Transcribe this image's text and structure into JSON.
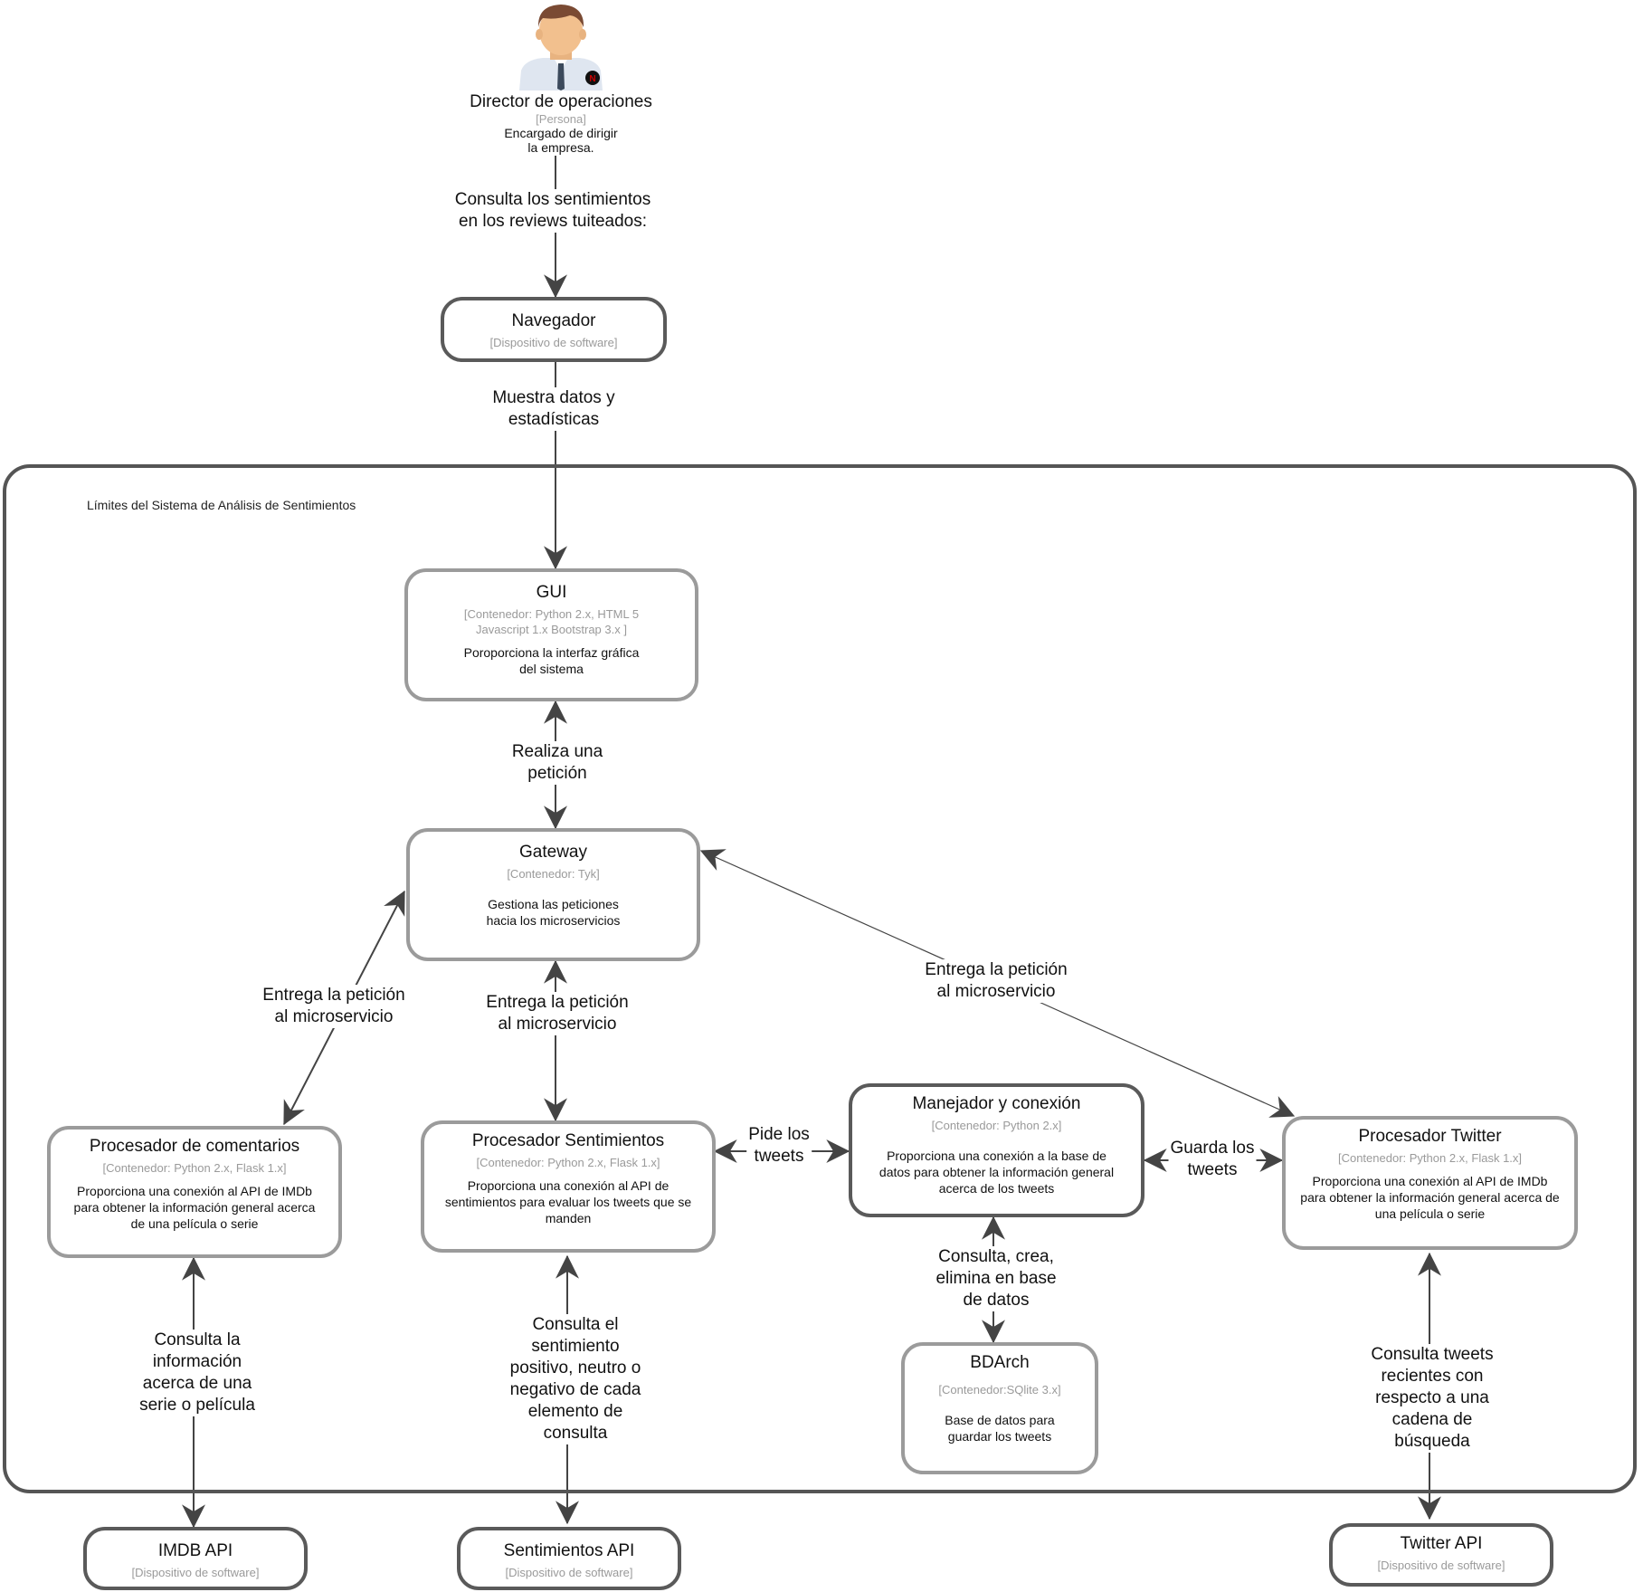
{
  "boundary": {
    "label": "Límites del Sistema de Análisis de Sentimientos"
  },
  "person": {
    "name": "Director de operaciones",
    "tag": "[Persona]",
    "desc_line1": "Encargado de dirigir",
    "desc_line2": "la empresa."
  },
  "nodes": {
    "navegador": {
      "title": "Navegador",
      "tech": "[Dispositivo de software]"
    },
    "gui": {
      "title": "GUI",
      "tech": "[Contenedor: Python 2.x, HTML 5 Javascript 1.x Bootstrap 3.x ]",
      "desc": "Poroporciona la interfaz gráfica del sistema"
    },
    "gateway": {
      "title": "Gateway",
      "tech": "[Contenedor: Tyk]",
      "desc": "Gestiona las peticiones hacia los microservicios"
    },
    "comentarios": {
      "title": "Procesador de comentarios",
      "tech": "[Contenedor: Python 2.x, Flask 1.x]",
      "desc": "Proporciona una conexión al API de IMDb para obtener la información general acerca de una película o serie"
    },
    "sentimientos": {
      "title": "Procesador Sentimientos",
      "tech": "[Contenedor: Python 2.x, Flask 1.x]",
      "desc": "Proporciona una conexión al API de sentimientos para evaluar los tweets que se manden"
    },
    "manejador": {
      "title": "Manejador y conexión",
      "tech": "[Contenedor: Python 2.x]",
      "desc": "Proporciona una conexión a la base de datos para obtener la información general acerca de los tweets"
    },
    "twitter": {
      "title": "Procesador Twitter",
      "tech": "[Contenedor: Python 2.x, Flask 1.x]",
      "desc": "Proporciona una conexión al API de IMDb para obtener la información general acerca de una película o serie"
    },
    "bdarch": {
      "title": "BDArch",
      "tech": "[Contenedor:SQlite 3.x]",
      "desc": "Base de datos para guardar los tweets"
    },
    "imdb_api": {
      "title": "IMDB API",
      "tech": "[Dispositivo de software]"
    },
    "sent_api": {
      "title": "Sentimientos API",
      "tech": "[Dispositivo de software]"
    },
    "twitter_api": {
      "title": "Twitter API",
      "tech": "[Dispositivo de software]"
    }
  },
  "edges": {
    "person_nav": "Consulta los sentimientos\nen los reviews tuiteados:",
    "nav_gui": "Muestra datos y\nestadísticas",
    "gui_gateway": "Realiza una\npetición",
    "gateway_comentarios": "Entrega la petición\nal microservicio",
    "gateway_sentimientos": "Entrega la petición\nal microservicio",
    "gateway_twitter": "Entrega la petición\nal microservicio",
    "sentimientos_manejador": "Pide los\ntweets",
    "manejador_twitter": "Guarda los\ntweets",
    "manejador_bdarch": "Consulta, crea,\nelimina en base\nde datos",
    "comentarios_imdb": "Consulta la\ninformación\nacerca de una\nserie o película",
    "sentimientos_api": "Consulta el\nsentimiento\npositivo, neutro o\nnegativo de cada\nelemento de\nconsulta",
    "twitter_api": "Consulta tweets\nrecientes con\nrespecto a una\ncadena de\nbúsqueda"
  },
  "colors": {
    "border_dark": "#5a5a5a",
    "border_light": "#9b9b9b",
    "edge": "#444444",
    "badge": "#cc0000"
  }
}
